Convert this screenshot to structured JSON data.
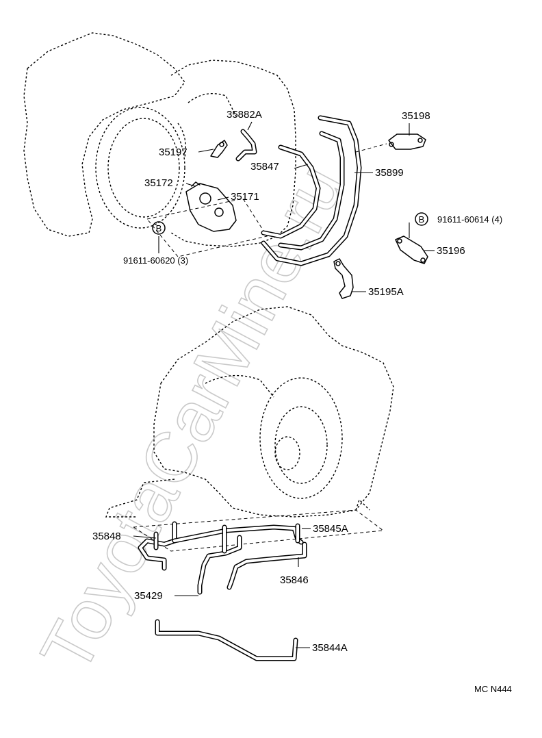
{
  "watermark": "ToyotaCarMine.ru",
  "figure_code": "MC N444",
  "bolt_symbol": "B",
  "labels": {
    "p35198": "35198",
    "p35882A": "35882A",
    "p35197": "35197",
    "p35847": "35847",
    "p35899": "35899",
    "p35172": "35172",
    "p35171": "35171",
    "p91611_60614": "91611-60614 (4)",
    "p35196": "35196",
    "p91611_60620": "91611-60620 (3)",
    "p35195A": "35195A",
    "p35848": "35848",
    "p35845A": "35845A",
    "p35846": "35846",
    "p35429": "35429",
    "p35844A": "35844A"
  }
}
